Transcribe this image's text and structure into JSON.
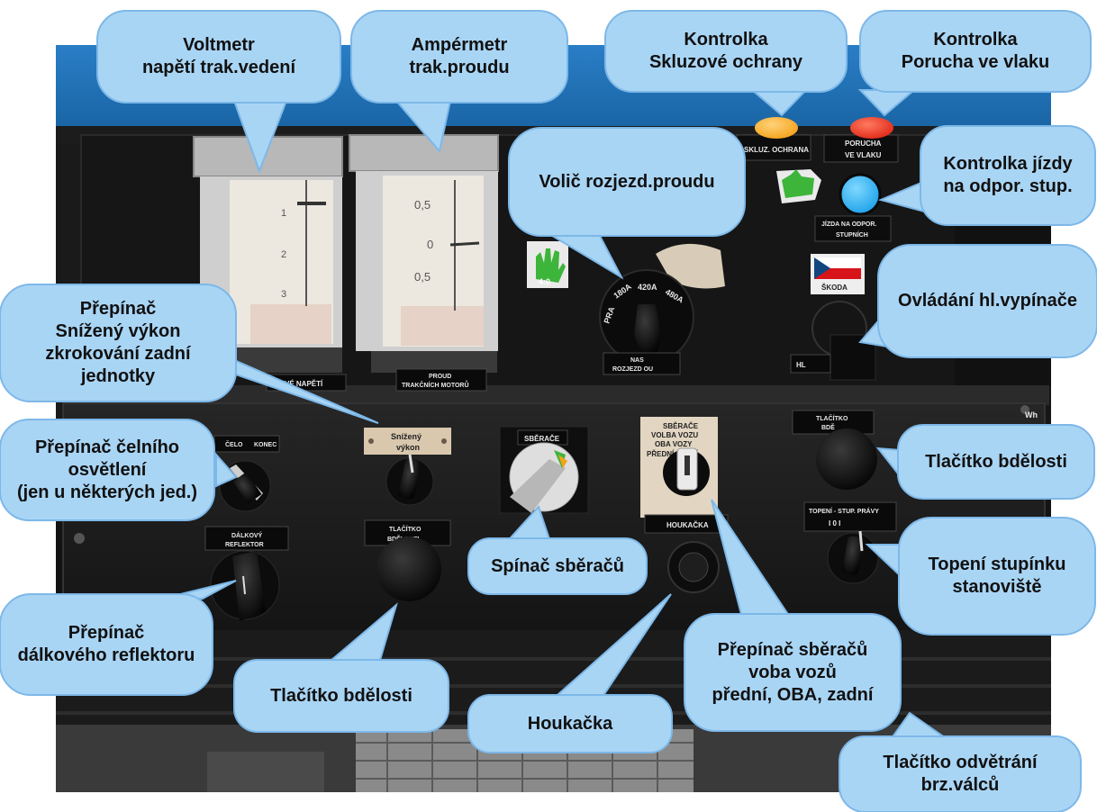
{
  "callouts": {
    "voltmetr": [
      "Voltmetr",
      "napětí trak.vedení"
    ],
    "ampermetr": [
      "Ampérmetr",
      "trak.proudu"
    ],
    "kontrolka_skluz": [
      "Kontrolka",
      "Skluzové ochrany"
    ],
    "kontrolka_porucha": [
      "Kontrolka",
      "Porucha ve vlaku"
    ],
    "kontrolka_jizdy": [
      "Kontrolka jízdy",
      "na odpor. stup."
    ],
    "volic": [
      "Volič rozjezd.proudu"
    ],
    "ovladani": [
      "Ovládání hl.vypínače"
    ],
    "prepinac_snizeny": [
      "Přepínač",
      "Snížený výkon",
      "zkrokování zadní",
      "jednotky"
    ],
    "prepinac_celniho": [
      "Přepínač čelního",
      "osvětlení",
      "(jen u některých jed.)"
    ],
    "tlacitko_bdelosti_right": [
      "Tlačítko bdělosti"
    ],
    "spinac_sberacu": [
      "Spínač sběračů"
    ],
    "topeni": [
      "Topení stupínku",
      "stanoviště"
    ],
    "prepinac_dalkoveho": [
      "Přepínač",
      "dálkového reflektoru"
    ],
    "tlacitko_bdelosti_bottom": [
      "Tlačítko bdělosti"
    ],
    "houkacka": [
      "Houkačka"
    ],
    "prepinac_sberacu": [
      "Přepínač sběračů",
      "voba vozů",
      "přední, OBA, zadní"
    ],
    "tlacitko_odvetrani": [
      "Tlačítko odvětrání",
      "brz.válců"
    ]
  },
  "panel_labels": {
    "skluz_ochrana": "SKLUZ. OCHRANA",
    "porucha": [
      "PORUCHA",
      "VE VLAKU"
    ],
    "jizda": [
      "JÍZDA NA ODPOR.",
      "STUPNÍCH"
    ],
    "skoda": "ŠKODA",
    "napeti": "SJOVÉ NAPĚTÍ",
    "proud": [
      "PROUD",
      "TRAKČNÍCH MOTORŮ"
    ],
    "rozjezd": [
      "NAS",
      "ROZJEZD    OU"
    ],
    "hl": "HL",
    "snizeny": [
      "Snížený",
      "výkon"
    ],
    "sberace": "SBĚRAČE",
    "volba": [
      "SBĚRAČE",
      "VOLBA VOZU",
      "OBA VOZY",
      "PŘEDNÍ ZADNÍ"
    ],
    "tlacitko_right": [
      "TLAČÍTKO",
      "BDĚ"
    ],
    "celo": "ČELO",
    "konec": "KONEC",
    "dalkovy": [
      "DÁLKOVÝ",
      "REFLEKTOR"
    ],
    "tlacitko_left": [
      "TLAČÍTKO",
      "BDĚLOSTI"
    ],
    "houkacka": "HOUKAČKA",
    "topeni": "TOPENÍ - STUP. PRÁVY",
    "topeni_pos": "I    0    I",
    "wh": "Wh"
  },
  "gauges": {
    "volt_ticks": [
      "1",
      "2",
      "3"
    ],
    "amp_ticks": [
      "0,5",
      "0",
      "0,5"
    ]
  },
  "rozjezd_ticks": [
    "PRA",
    "180A",
    "420A",
    "480A"
  ],
  "sticker_text": "4:0",
  "colors": {
    "callout_fill": "#A9D5F5",
    "callout_stroke": "#7DB8E8",
    "panel_blue": "#1E6FB8",
    "lamp_orange": "#F4A21A",
    "lamp_red": "#E02818",
    "lamp_blue": "#1AA0E8",
    "sticker_green": "#3DB43A"
  }
}
